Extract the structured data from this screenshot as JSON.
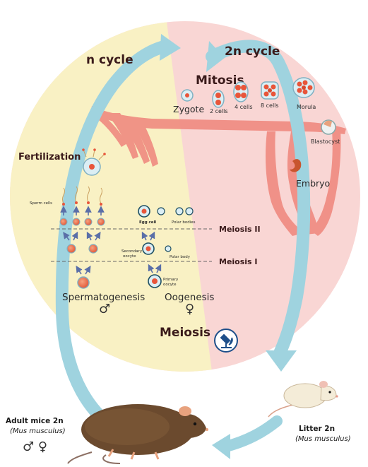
{
  "cycles": {
    "haploid": "n cycle",
    "diploid": "2n cycle"
  },
  "mitosis": {
    "title": "Mitosis",
    "zygote": "Zygote",
    "stages": [
      "2 cells",
      "4 cells",
      "8 cells",
      "Morula"
    ],
    "blastocyst": "Blastocyst",
    "embryo": "Embryo"
  },
  "fertilization": "Fertilization",
  "spermatogenesis": {
    "label": "Spermatogenesis",
    "sperm_cells": "Sperm cells",
    "symbol": "♂"
  },
  "oogenesis": {
    "label": "Oogenesis",
    "egg_cell": "Egg cell",
    "polar_bodies": "Polar bodies",
    "secondary_oocyte": [
      "Secondary",
      "oocyte"
    ],
    "polar_body": "Polar body",
    "primary_oocyte": [
      "Primary",
      "oocyte"
    ],
    "symbol": "♀"
  },
  "meiosis": {
    "title": "Meiosis",
    "stage2": "Meiosis II",
    "stage1": "Meiosis I"
  },
  "adult": {
    "label": "Adult mice  2n",
    "species": "(Mus musculus)",
    "symbols": "♂  ♀"
  },
  "litter": {
    "label": "Litter  2n",
    "species": "(Mus musculus)"
  },
  "colors": {
    "haploid_bg": "#f9f1c4",
    "diploid_bg": "#f9d6d4",
    "arrow": "#9fd3df",
    "tract": "#f08a80",
    "cell": "#e8553a",
    "meiosis_arrow": "#5a6fa8"
  }
}
